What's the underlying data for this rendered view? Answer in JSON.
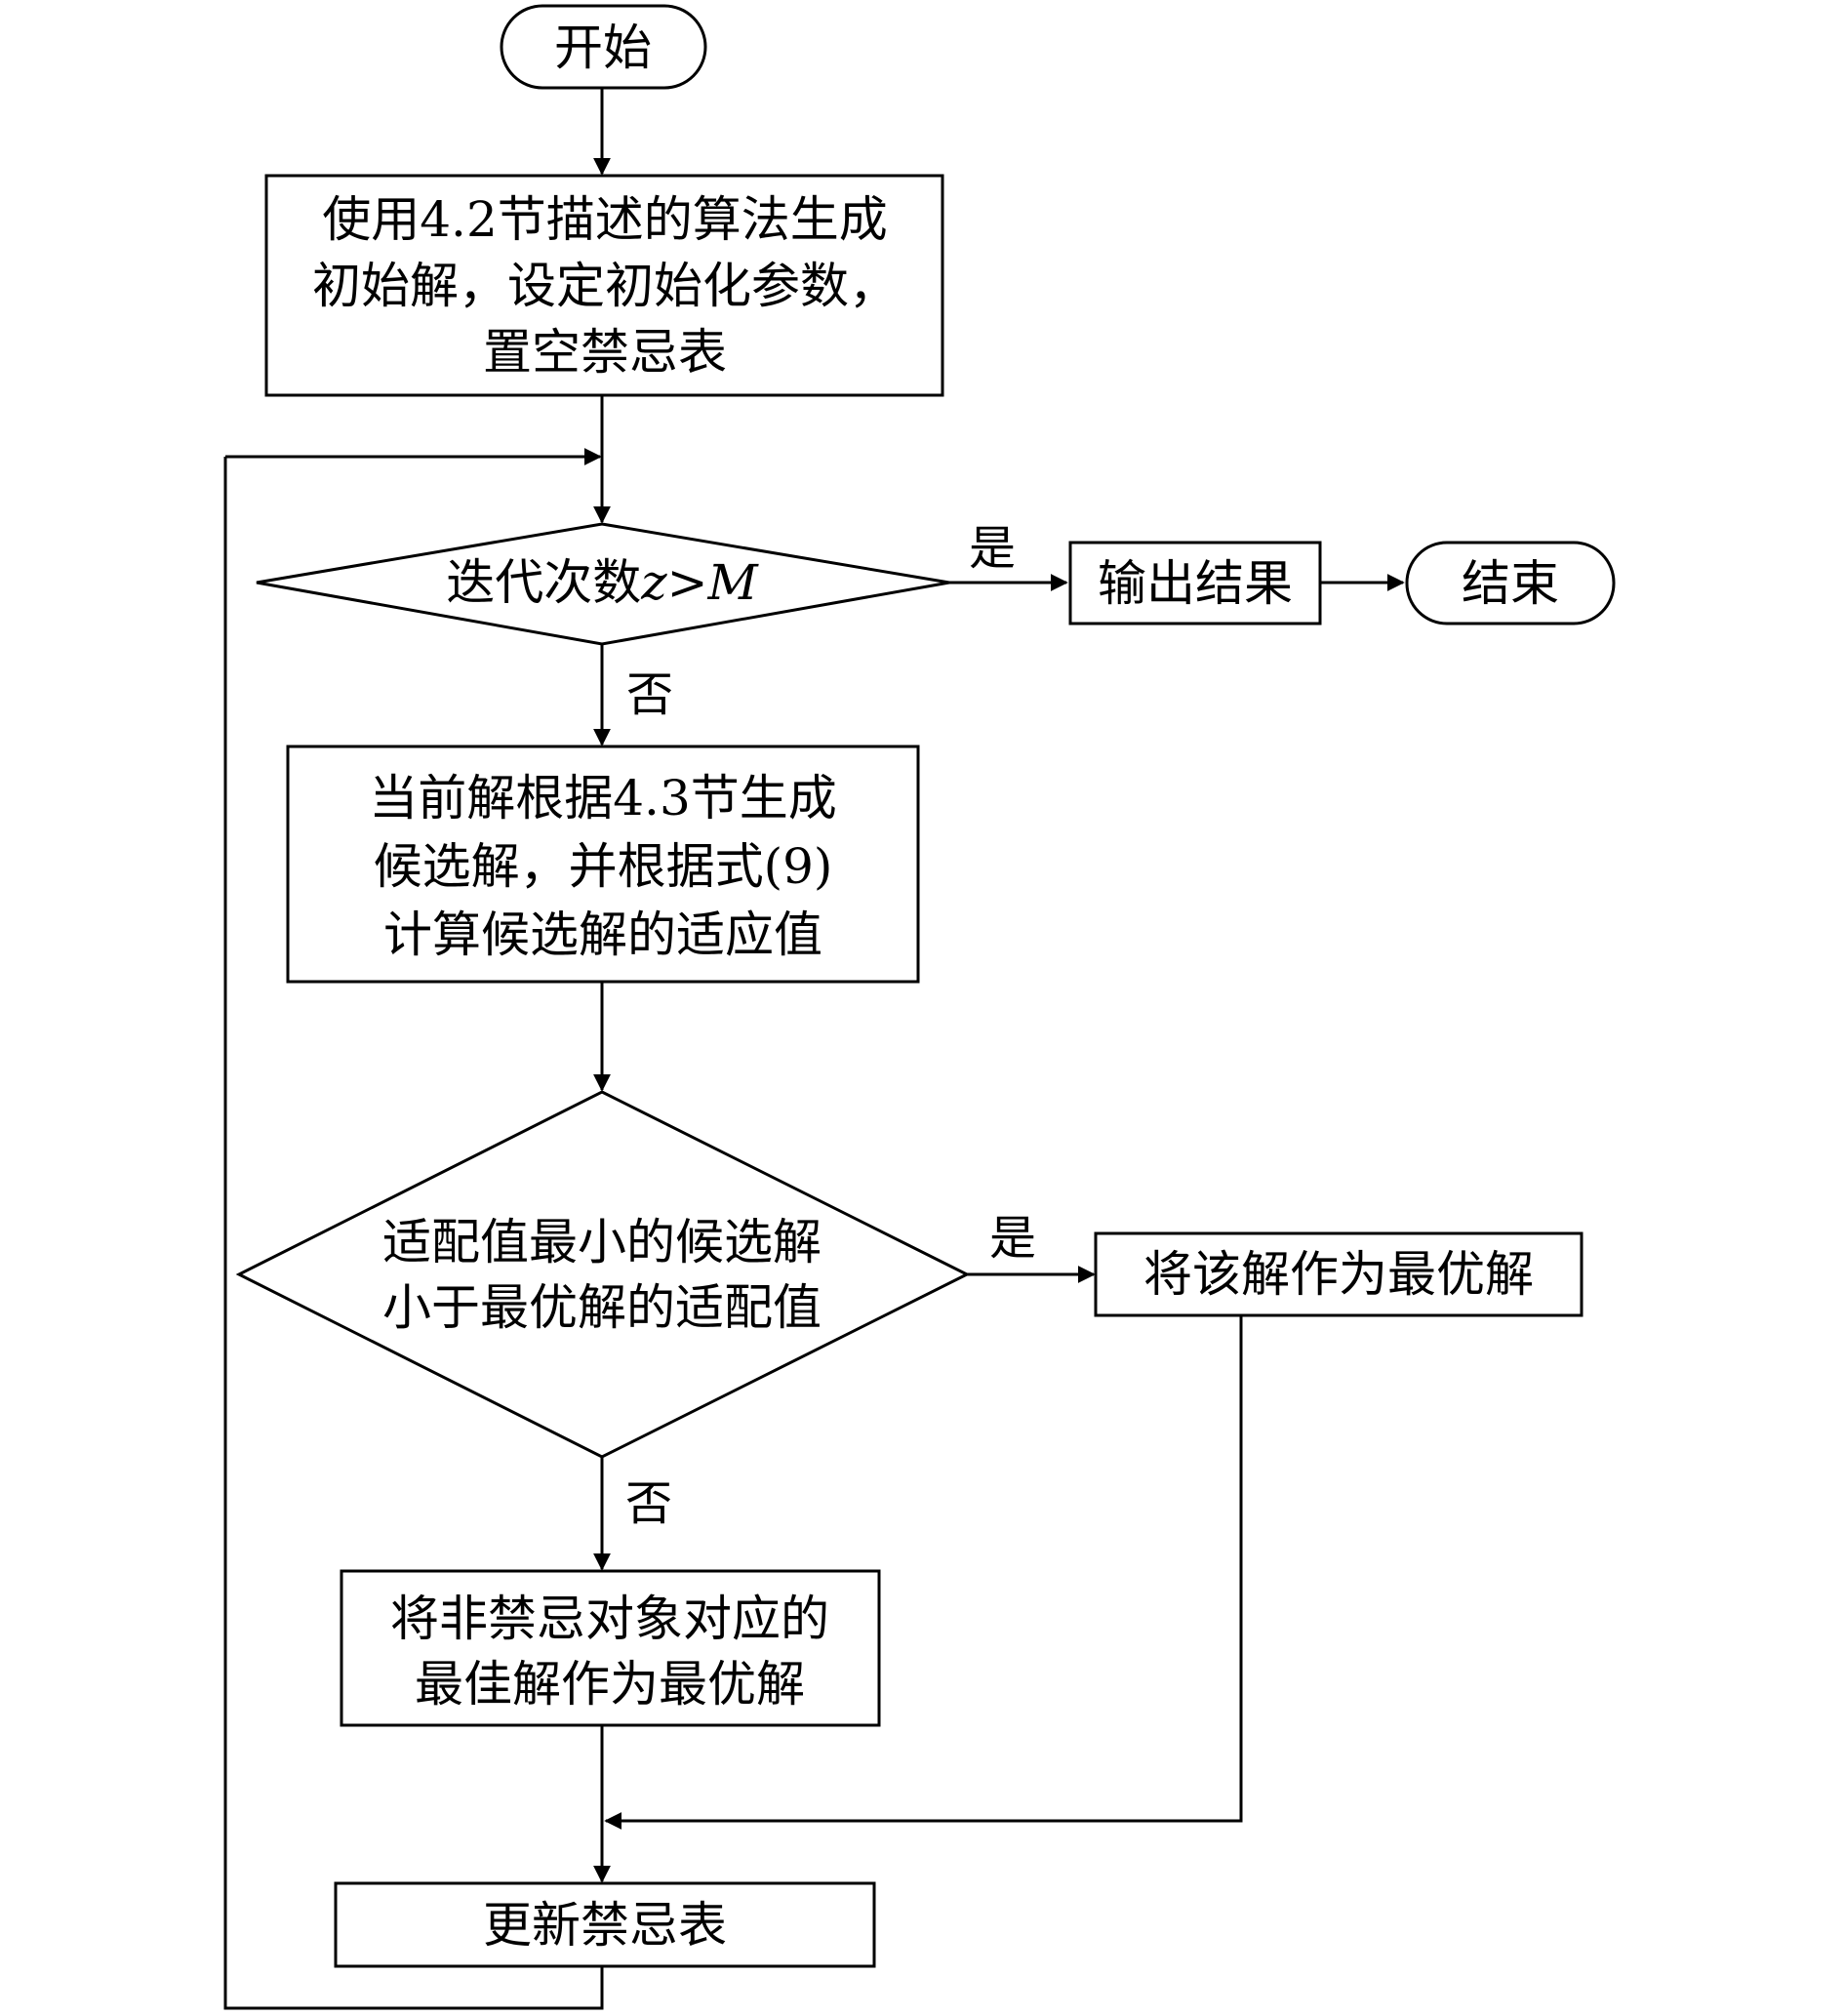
{
  "nodes": {
    "start": "开始",
    "init": [
      "使用4.2节描述的算法生成",
      "初始解，设定初始化参数，",
      "置空禁忌表"
    ],
    "iter_check": {
      "prefix": "迭代次数",
      "var": "z",
      "op": ">",
      "limit": "M"
    },
    "output": "输出结果",
    "end": "结束",
    "candidates": [
      "当前解根据4.3节生成",
      "候选解，并根据式(9)",
      "计算候选解的适应值"
    ],
    "compare": [
      "适配值最小的候选解",
      "小于最优解的适配值"
    ],
    "set_best": "将该解作为最优解",
    "nontabu_best": [
      "将非禁忌对象对应的",
      "最佳解作为最优解"
    ],
    "update": "更新禁忌表"
  },
  "edge_labels": {
    "yes": "是",
    "no": "否"
  }
}
